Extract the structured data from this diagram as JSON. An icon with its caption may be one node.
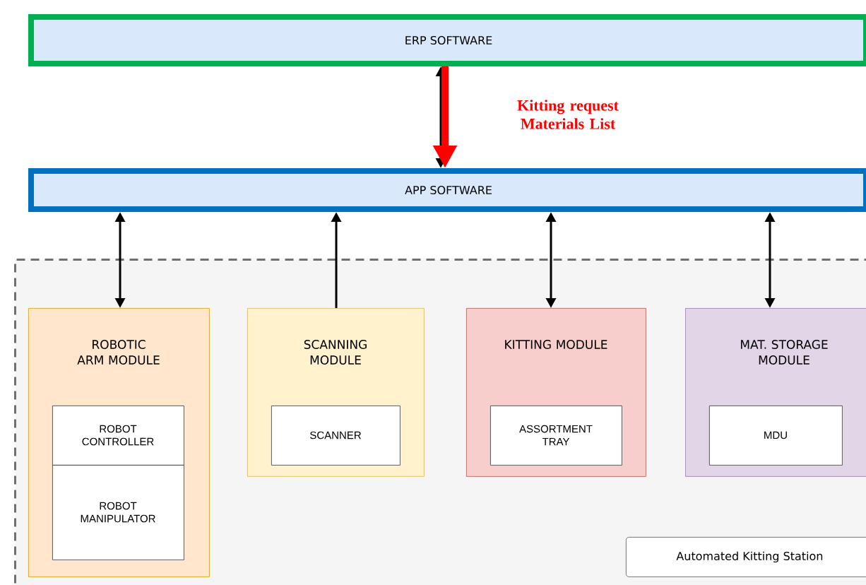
{
  "diagram": {
    "nodes": [
      {
        "text": [
          "ERP SOFTWARE"
        ]
      },
      {
        "text": [
          "APP SOFTWARE"
        ]
      },
      {
        "text": [
          "Automated Kitting Station"
        ]
      },
      {
        "text": [
          "ROBOTIC ARM MODULE"
        ],
        "in": 2
      },
      {
        "text": [
          "ROBOT CONTROLLER"
        ],
        "in": 3
      },
      {
        "text": [
          "ROBOT MANIPULATOR"
        ],
        "in": 3
      },
      {
        "text": [
          "SCANNING MODULE"
        ],
        "in": 2
      },
      {
        "text": [
          "SCANNER"
        ],
        "in": 6
      },
      {
        "text": [
          "KITTING MODULE"
        ],
        "in": 2
      },
      {
        "text": [
          "ASSORTMENT TRAY"
        ],
        "in": 8
      },
      {
        "text": [
          "MAT. STORAGE MODULE"
        ],
        "in": 2
      },
      {
        "text": [
          "MDU"
        ],
        "in": 10
      }
    ],
    "edges": [
      {
        "from": 0,
        "to": 1,
        "arrow": "both"
      },
      {
        "from": 0,
        "to": 1,
        "arrow": "to",
        "label": "Kitting request Materials List",
        "style": "thick",
        "color": "#ff0000"
      },
      {
        "from": 1,
        "to": 3,
        "arrow": "both"
      },
      {
        "from": 6,
        "to": 1,
        "arrow": "to"
      },
      {
        "from": 1,
        "to": 8,
        "arrow": "both"
      },
      {
        "from": 1,
        "to": 10,
        "arrow": "both"
      }
    ]
  }
}
